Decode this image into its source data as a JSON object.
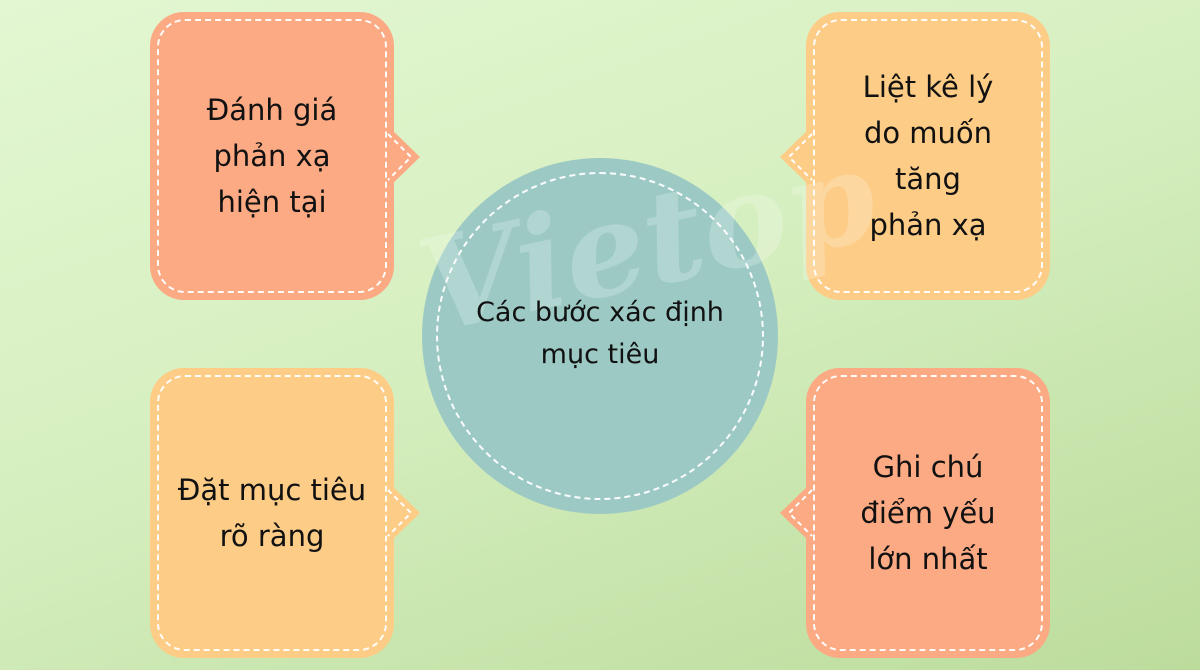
{
  "center": {
    "text": "Các bước xác định\nmục tiêu"
  },
  "watermark": "Vietop",
  "boxes": [
    {
      "text": "Đánh giá\nphản xạ\nhiện tại"
    },
    {
      "text": "Liệt kê lý\ndo muốn\ntăng\nphản xạ"
    },
    {
      "text": "Đặt mục tiêu\nrõ ràng"
    },
    {
      "text": "Ghi chú\nđiểm yếu\nlớn nhất"
    }
  ],
  "colors": {
    "salmon": "#fbaa84",
    "peach": "#fdcc86",
    "teal": "#9cc9c4",
    "border_light": "#ffffff"
  }
}
